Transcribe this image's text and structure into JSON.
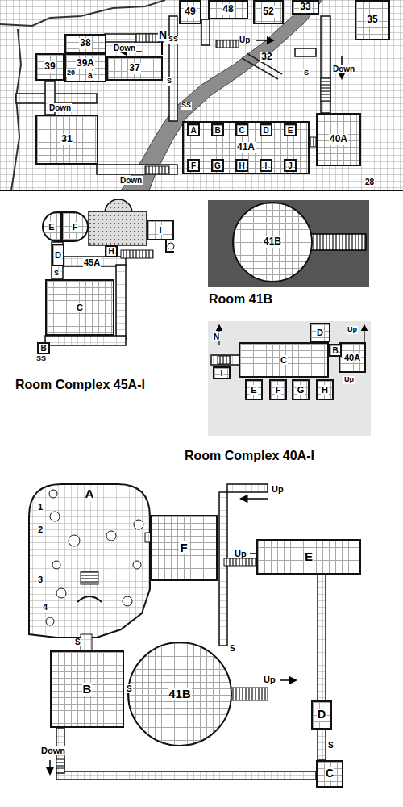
{
  "diagram": {
    "nodes": [
      {
        "text": [
          "38"
        ]
      },
      {
        "text": [
          "39A"
        ]
      },
      {
        "text": [
          "39"
        ]
      },
      {
        "text": [
          "37"
        ]
      },
      {
        "text": [
          "31"
        ]
      },
      {
        "text": [
          "32"
        ]
      },
      {
        "text": [
          "41A"
        ]
      },
      {
        "text": [
          "A"
        ],
        "in": 6
      },
      {
        "text": [
          "B"
        ],
        "in": 6
      },
      {
        "text": [
          "C"
        ],
        "in": 6
      },
      {
        "text": [
          "D"
        ],
        "in": 6
      },
      {
        "text": [
          "E"
        ],
        "in": 6
      },
      {
        "text": [
          "F"
        ],
        "in": 6
      },
      {
        "text": [
          "G"
        ],
        "in": 6
      },
      {
        "text": [
          "H"
        ],
        "in": 6
      },
      {
        "text": [
          "I"
        ],
        "in": 6
      },
      {
        "text": [
          "J"
        ],
        "in": 6
      },
      {
        "text": [
          "40A"
        ]
      },
      {
        "text": [
          "49"
        ]
      },
      {
        "text": [
          "48"
        ]
      },
      {
        "text": [
          "52"
        ]
      },
      {
        "text": [
          "33"
        ]
      },
      {
        "text": [
          "35"
        ]
      },
      {
        "text": [
          "E"
        ]
      },
      {
        "text": [
          "F"
        ]
      },
      {
        "text": [
          "H"
        ]
      },
      {
        "text": [
          "I"
        ]
      },
      {
        "text": [
          "45A"
        ]
      },
      {
        "text": [
          "C"
        ]
      },
      {
        "text": [
          "D"
        ]
      },
      {
        "text": [
          "B"
        ]
      },
      {
        "text": [
          "41B"
        ]
      },
      {
        "text": [
          "C"
        ]
      },
      {
        "text": [
          "40A"
        ]
      },
      {
        "text": [
          "D"
        ]
      },
      {
        "text": [
          "B"
        ]
      },
      {
        "text": [
          "I"
        ]
      },
      {
        "text": [
          "E"
        ]
      },
      {
        "text": [
          "F"
        ]
      },
      {
        "text": [
          "G"
        ]
      },
      {
        "text": [
          "H"
        ]
      },
      {
        "text": [
          "A"
        ]
      },
      {
        "text": [
          "F"
        ]
      },
      {
        "text": [
          "B"
        ]
      },
      {
        "text": [
          "41B"
        ]
      },
      {
        "text": [
          "E"
        ]
      },
      {
        "text": [
          "D"
        ]
      },
      {
        "text": [
          "C"
        ]
      }
    ],
    "labels": [
      "N",
      "Down",
      "Up",
      "Down",
      "Down",
      "Down",
      "20",
      "a",
      "SS",
      "SS",
      "S",
      "S",
      "28",
      "S",
      "SS",
      "Room Complex 45A-I",
      "Room 41B",
      "N",
      "Up",
      "Up",
      "Room Complex 40A-I",
      "1",
      "2",
      "3",
      "4",
      "Up",
      "Up",
      "Up",
      "Down",
      "S",
      "S",
      "S",
      "S"
    ]
  }
}
